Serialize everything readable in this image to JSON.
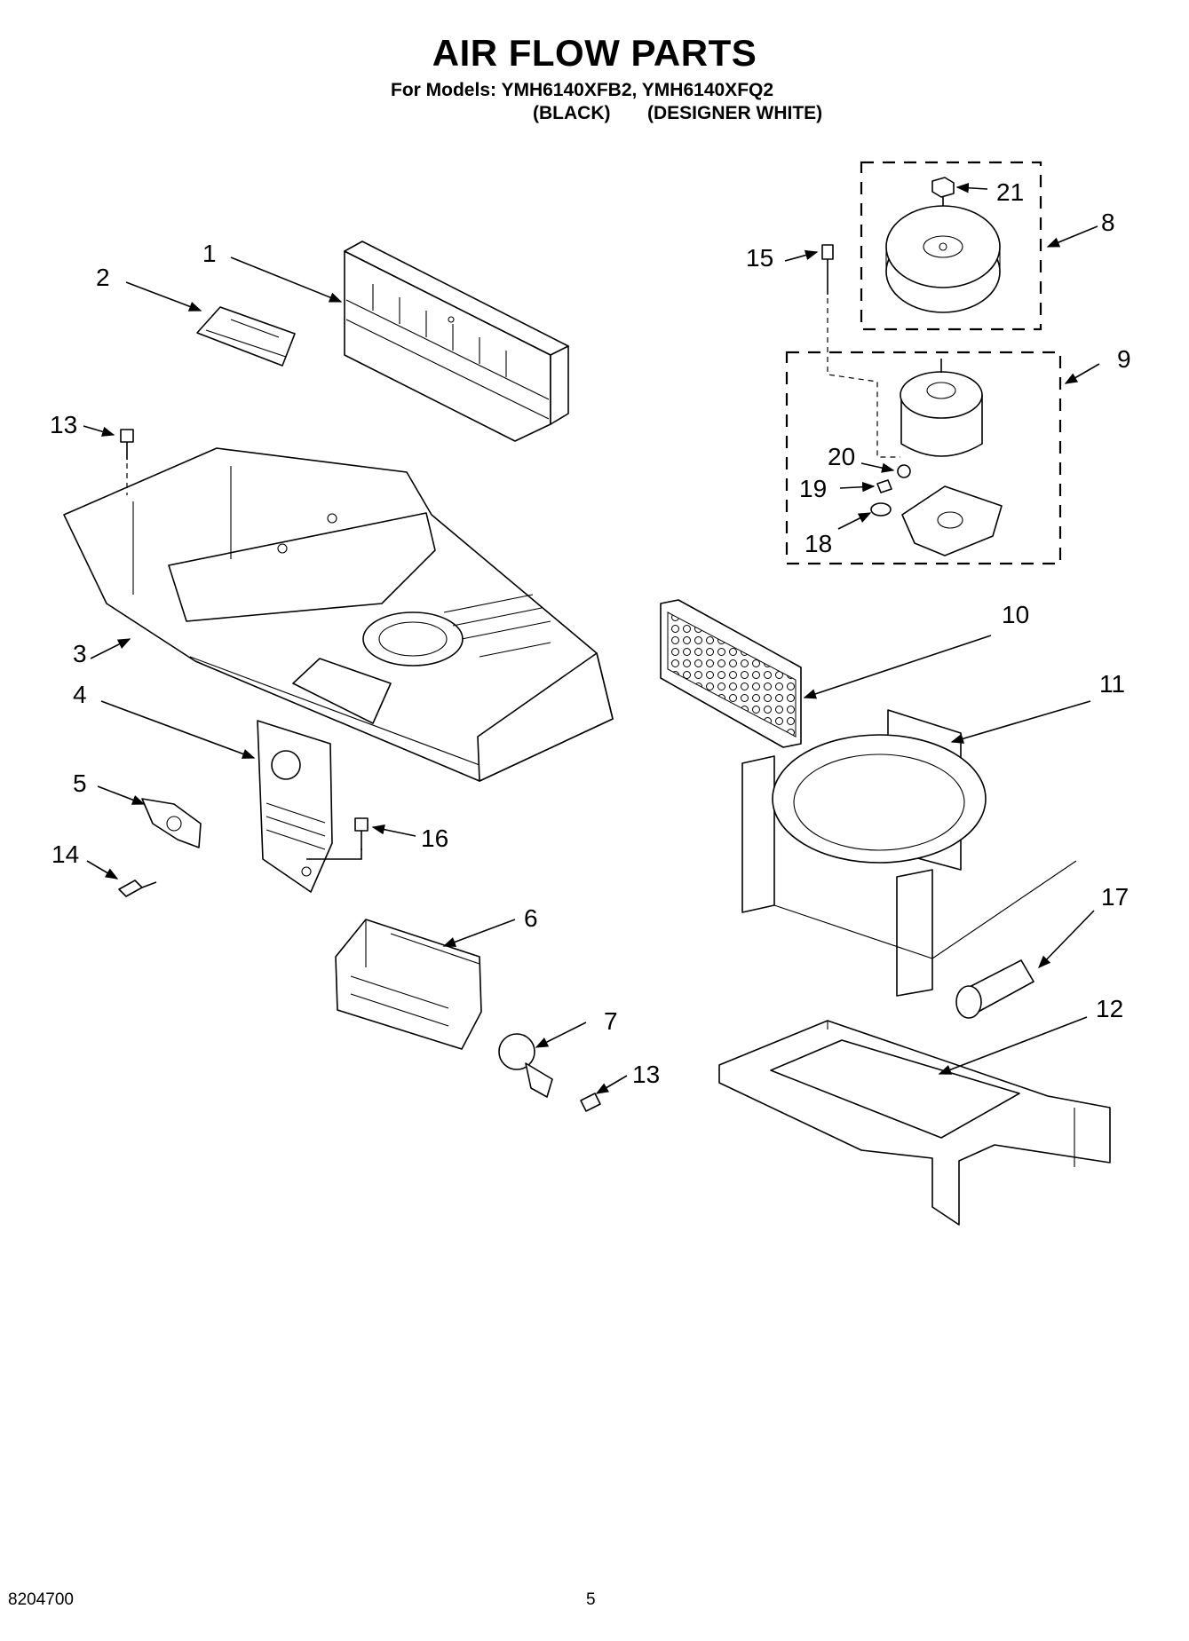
{
  "header": {
    "title": "AIR FLOW PARTS",
    "models_line": "For Models: YMH6140XFB2, YMH6140XFQ2",
    "variant_black": "(BLACK)",
    "variant_white": "(DESIGNER WHITE)"
  },
  "callouts": {
    "c1": "1",
    "c2": "2",
    "c3": "3",
    "c4": "4",
    "c5": "5",
    "c6": "6",
    "c7": "7",
    "c8": "8",
    "c9": "9",
    "c10": "10",
    "c11": "11",
    "c12": "12",
    "c13a": "13",
    "c13b": "13",
    "c14": "14",
    "c15": "15",
    "c16": "16",
    "c17": "17",
    "c18": "18",
    "c19": "19",
    "c20": "20",
    "c21": "21"
  },
  "footer": {
    "doc_number": "8204700",
    "page_number": "5"
  }
}
